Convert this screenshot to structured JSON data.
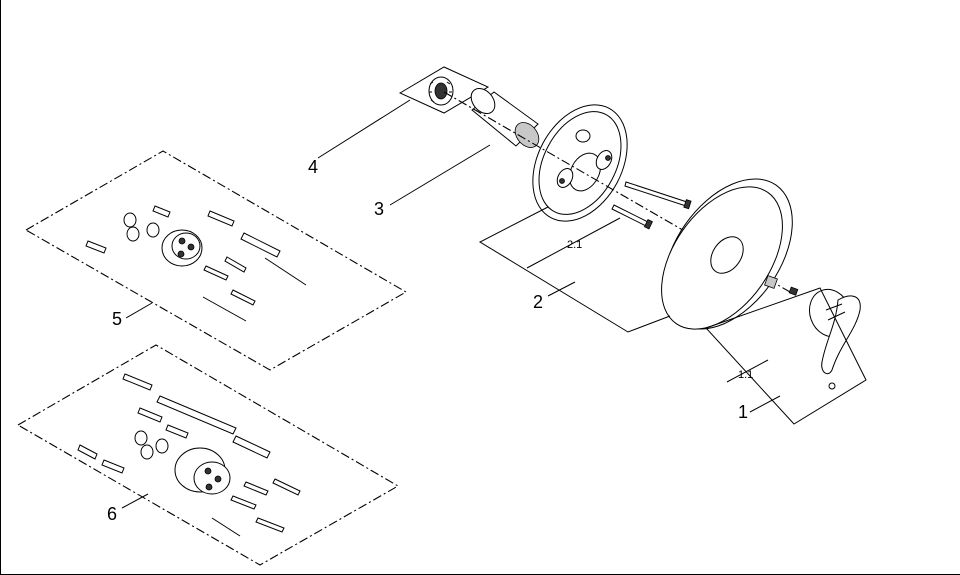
{
  "callouts": {
    "c1": "1",
    "c1_1": "1.1",
    "c2": "2",
    "c2_1": "2.1",
    "c3": "3",
    "c4": "4",
    "c5": "5",
    "c6": "6"
  }
}
